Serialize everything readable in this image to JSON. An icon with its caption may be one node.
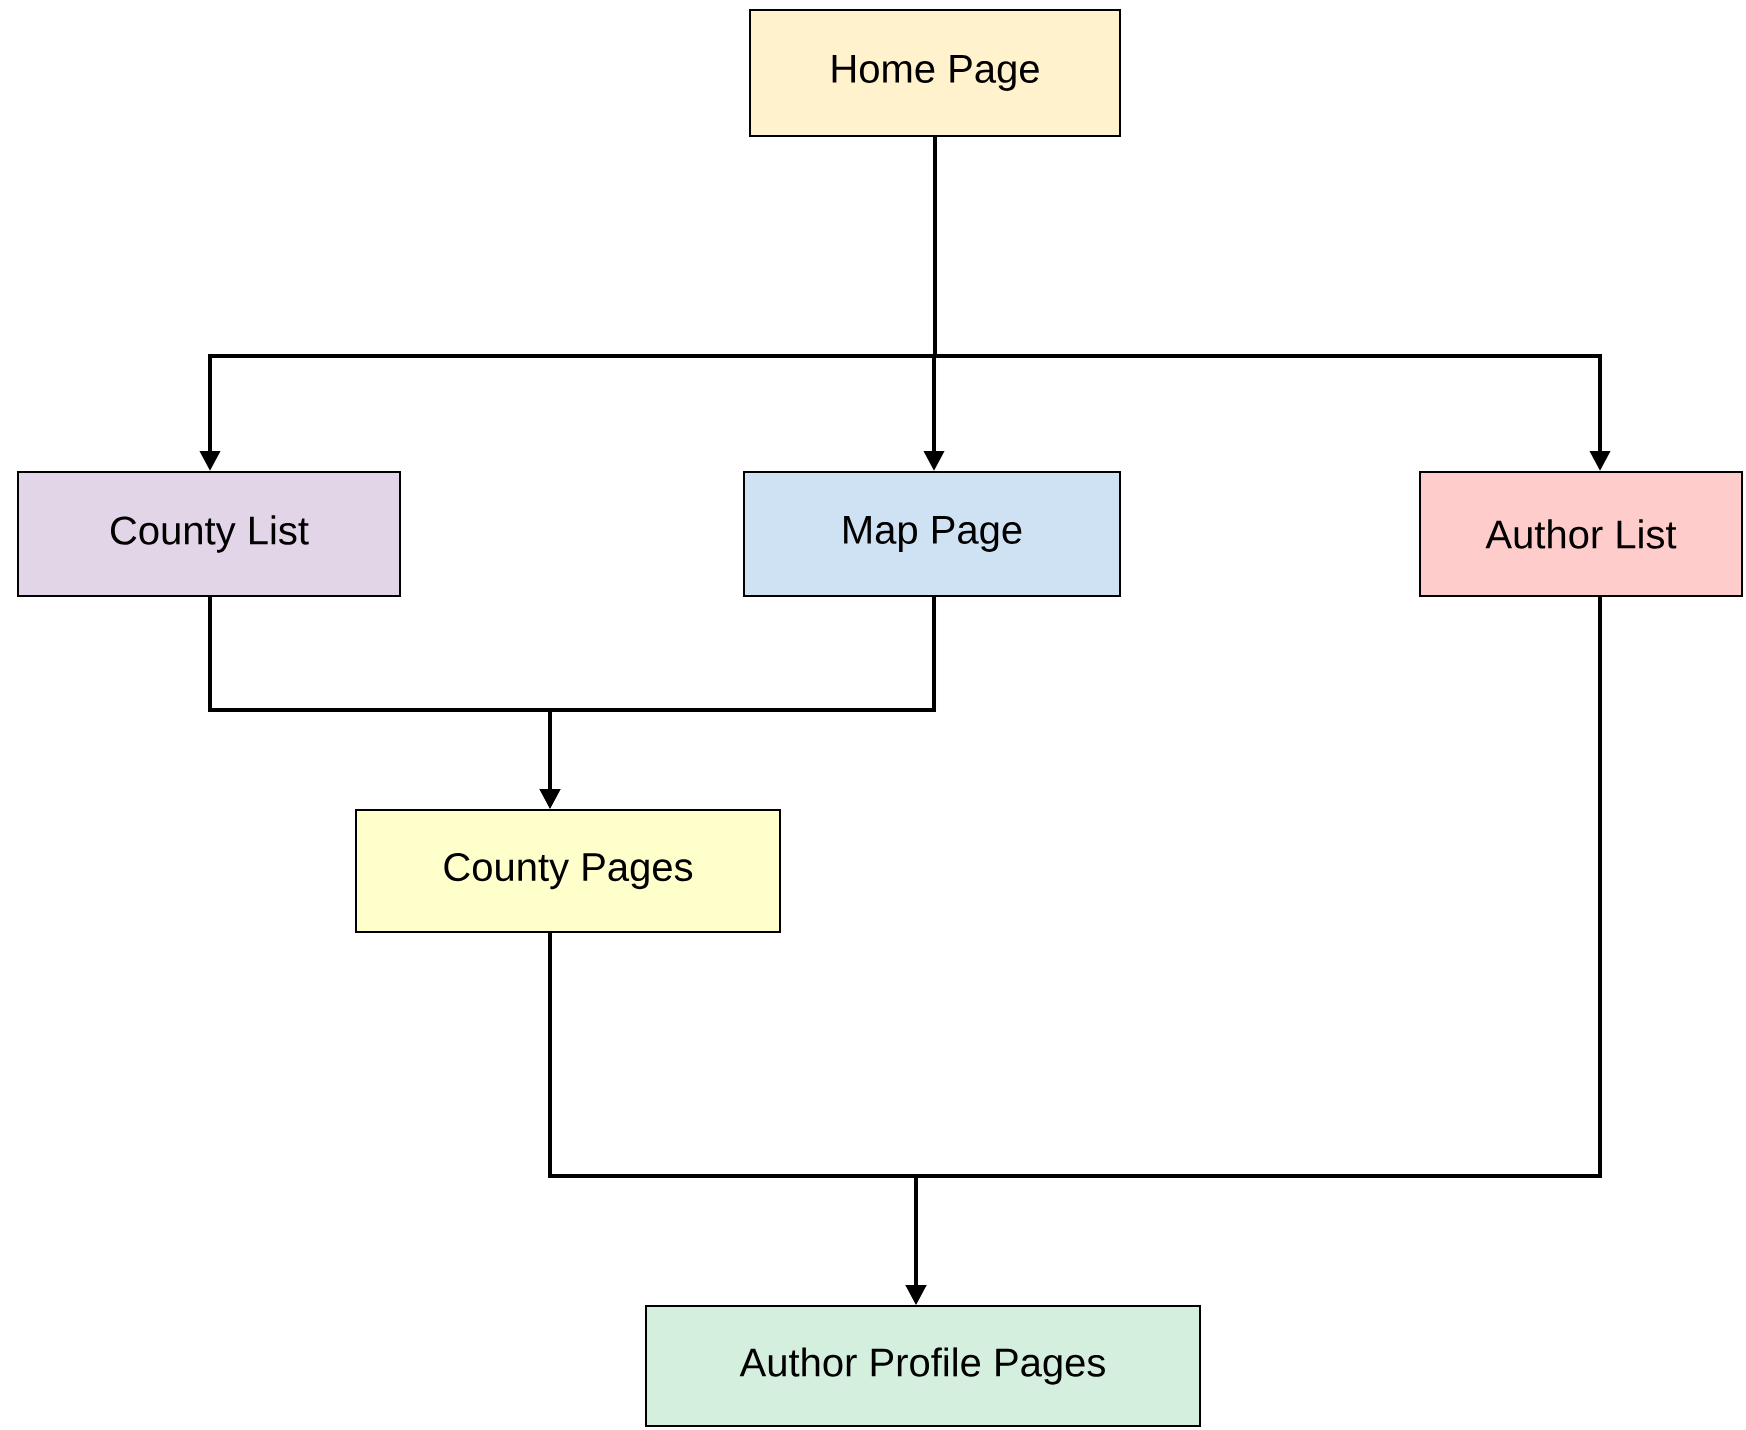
{
  "diagram": {
    "nodes": [
      {
        "text": [
          "Home Page"
        ]
      },
      {
        "text": [
          "County List"
        ]
      },
      {
        "text": [
          "Map Page"
        ]
      },
      {
        "text": [
          "Author List"
        ]
      },
      {
        "text": [
          "County Pages"
        ]
      },
      {
        "text": [
          "Author Profile Pages"
        ]
      }
    ],
    "edges": [
      {
        "from": 0,
        "to": 1,
        "arrow": "to"
      },
      {
        "from": 0,
        "to": 2,
        "arrow": "to"
      },
      {
        "from": 0,
        "to": 3,
        "arrow": "to"
      },
      {
        "from": 1,
        "to": 4,
        "arrow": "to"
      },
      {
        "from": 2,
        "to": 4,
        "arrow": "to"
      },
      {
        "from": 4,
        "to": 5,
        "arrow": "to"
      },
      {
        "from": 3,
        "to": 5,
        "arrow": "to"
      }
    ]
  }
}
